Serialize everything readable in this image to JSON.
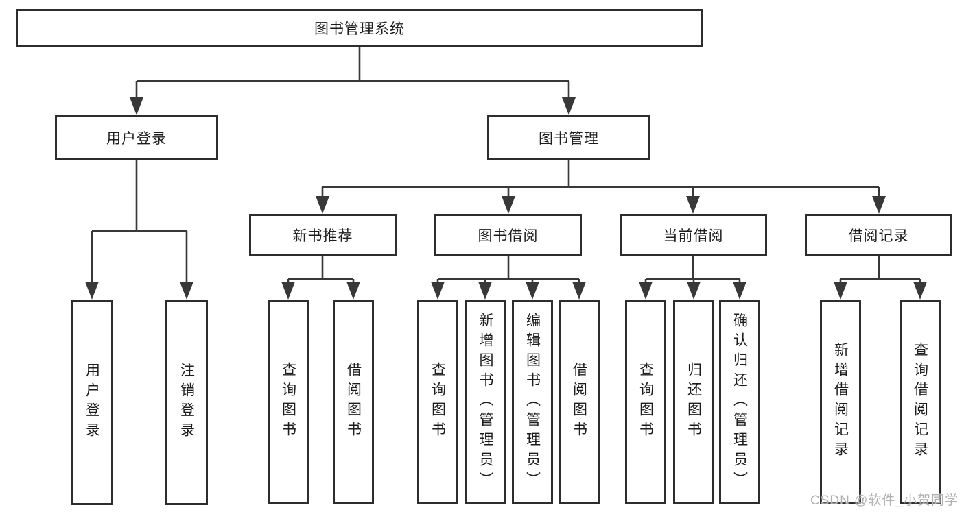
{
  "diagram": {
    "root": {
      "label": "图书管理系统"
    },
    "branches": [
      {
        "label": "用户登录",
        "children": [
          {
            "label": "用户登录"
          },
          {
            "label": "注销登录"
          }
        ]
      },
      {
        "label": "图书管理",
        "children": [
          {
            "label": "新书推荐",
            "children": [
              {
                "label": "查询图书"
              },
              {
                "label": "借阅图书"
              }
            ]
          },
          {
            "label": "图书借阅",
            "children": [
              {
                "label": "查询图书"
              },
              {
                "label": "新增图书（管理员）"
              },
              {
                "label": "编辑图书（管理员）"
              },
              {
                "label": "借阅图书"
              }
            ]
          },
          {
            "label": "当前借阅",
            "children": [
              {
                "label": "查询图书"
              },
              {
                "label": "归还图书"
              },
              {
                "label": "确认归还（管理员）"
              }
            ]
          },
          {
            "label": "借阅记录",
            "children": [
              {
                "label": "新增借阅记录"
              },
              {
                "label": "查询借阅记录"
              }
            ]
          }
        ]
      }
    ],
    "watermark": "CSDN @软件_小贺同学",
    "colors": {
      "line": "#383838",
      "box_border": "#2d2d2d",
      "text": "#1d1d1d",
      "background": "#ffffff",
      "watermark": "#b0b0b0"
    }
  }
}
